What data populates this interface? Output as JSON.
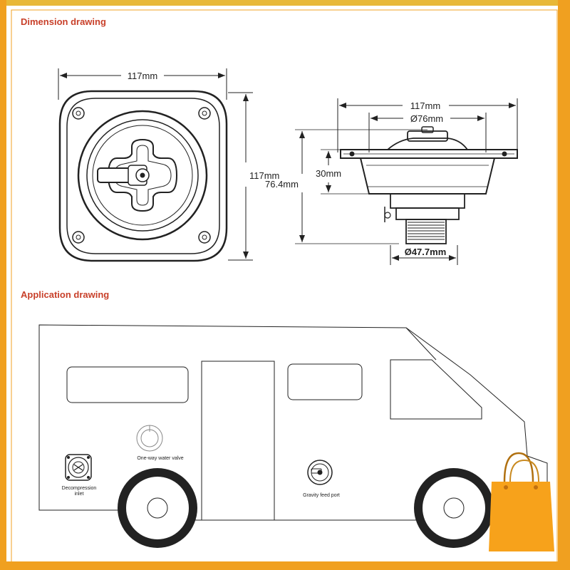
{
  "sections": {
    "dimension_title": "Dimension drawing",
    "application_title": "Application drawing"
  },
  "dimensions": {
    "front_width": "117mm",
    "front_height": "117mm",
    "side_width": "117mm",
    "side_inner": "Ø76mm",
    "side_height_total": "76.4mm",
    "side_height_upper": "30mm",
    "thread_diameter": "Ø47.7mm"
  },
  "labels": {
    "one_way": "One-way water valve",
    "decompression_1": "Decompression",
    "decompression_2": "inlet",
    "gravity": "Gravity feed port"
  },
  "colors": {
    "border_top": "#e8b838",
    "border_side": "#f0a020",
    "title": "#c8402a",
    "bag": "#f7a21b"
  }
}
